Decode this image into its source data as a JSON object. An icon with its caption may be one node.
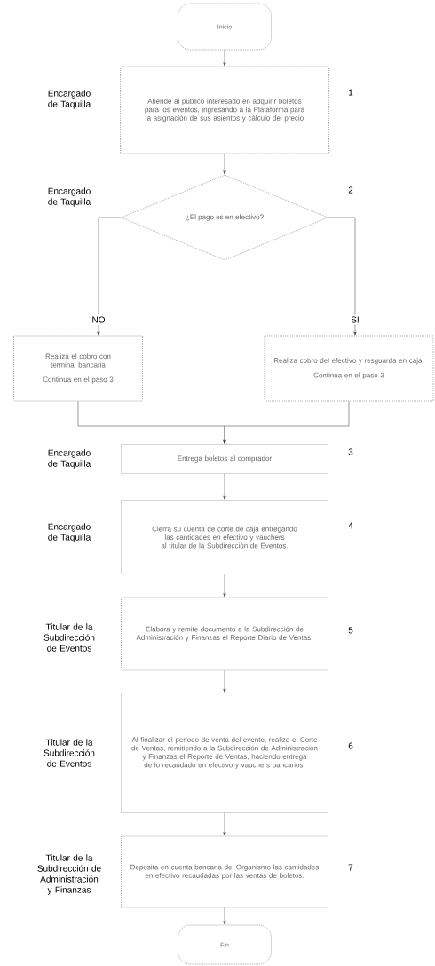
{
  "diagram": {
    "nodes": [
      {
        "text": [
          "Inicio"
        ]
      },
      {
        "text": [
          "Atiende al público interesado en adquirir boletos para los eventos, ingresando a la Plataforma para la asignación de sus asientos y cálculo del precio"
        ],
        "beside": [
          "Encargado de Taquilla",
          "1"
        ]
      },
      {
        "text": [
          "¿El pago es en efectivo?"
        ],
        "beside": [
          "Encargado de Taquilla",
          "2"
        ]
      },
      {
        "text": [
          "Realiza el cobro con terminal bancaria",
          "Continua en el paso 3"
        ]
      },
      {
        "text": [
          "Realiza cobro del efectivo y resguarda en caja.",
          "Continua en el paso 3"
        ]
      },
      {
        "text": [
          "Entrega boletos al comprador"
        ],
        "beside": [
          "Encargado de Taquilla",
          "3"
        ]
      },
      {
        "text": [
          "Cierra su cuenta de corte de caja entregando las cantidades en efectivo y vauchers al titular de la Subdirección de Eventos."
        ],
        "beside": [
          "Encargado de Taquilla",
          "4"
        ]
      },
      {
        "text": [
          "Elabora y remite documento a la Subdirección de Administración y Finanzas el Reporte Diario de Ventas."
        ],
        "beside": [
          "Titular de la Subdirección de Eventos",
          "5"
        ]
      },
      {
        "text": [
          "Al finalizar el periodo de venta del evento, realiza el Corte de Ventas, remitiendo a la Subdirección de Administración y Finanzas el Reporte de Ventas, haciendo entrega de lo recaudado en efectivo y vauchers bancarios."
        ],
        "beside": [
          "Titular de la Subdirección de Eventos",
          "6"
        ]
      },
      {
        "text": [
          "Deposita en cuenta bancaria del Organismo las cantidades en efectivo recaudadas por las ventas de boletos."
        ],
        "beside": [
          "Titular de la Subdirección de Administración y Finanzas",
          "7"
        ]
      },
      {
        "text": [
          "Fin"
        ]
      }
    ],
    "edges": [
      {
        "from": 0,
        "to": 1,
        "arrow": "to"
      },
      {
        "from": 1,
        "to": 2,
        "arrow": "to"
      },
      {
        "from": 2,
        "to": 3,
        "arrow": "to",
        "label": "NO"
      },
      {
        "from": 2,
        "to": 4,
        "arrow": "to",
        "label": "SI"
      },
      {
        "from": 3,
        "to": 5,
        "arrow": "to"
      },
      {
        "from": 4,
        "to": 5,
        "arrow": "to"
      },
      {
        "from": 5,
        "to": 6,
        "arrow": "to"
      },
      {
        "from": 6,
        "to": 7,
        "arrow": "to"
      },
      {
        "from": 7,
        "to": 8,
        "arrow": "to"
      },
      {
        "from": 8,
        "to": 9,
        "arrow": "to"
      },
      {
        "from": 9,
        "to": 10,
        "arrow": "to"
      }
    ]
  }
}
